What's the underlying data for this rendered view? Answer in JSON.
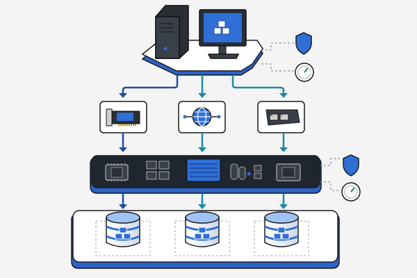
{
  "image": {
    "title": "",
    "description_labels": []
  },
  "diagram": {
    "top_node": {
      "items": [
        {
          "name": "server-tower-icon"
        },
        {
          "name": "monitor-with-cubes-icon"
        }
      ]
    },
    "connectors_top_to_middle": [
      {
        "from": "top-node",
        "to": "nic-card-icon"
      },
      {
        "from": "top-node",
        "to": "network-globe-icon"
      },
      {
        "from": "top-node",
        "to": "ethernet-card-icon"
      }
    ],
    "middle_row": [
      {
        "name": "nic-card-icon"
      },
      {
        "name": "network-globe-icon"
      },
      {
        "name": "ethernet-card-icon"
      }
    ],
    "hardware_bar": {
      "components": [
        {
          "name": "cpu-chip-icon"
        },
        {
          "name": "memory-grid-icon"
        },
        {
          "name": "blue-storage-block-icon"
        },
        {
          "name": "capacitors-icon"
        },
        {
          "name": "chip-icon"
        }
      ]
    },
    "storage_row": [
      {
        "name": "database-cylinder-icon"
      },
      {
        "name": "database-cylinder-icon"
      },
      {
        "name": "database-cylinder-icon"
      }
    ],
    "side_badges": [
      {
        "name": "shield-icon",
        "group": "top"
      },
      {
        "name": "gauge-icon",
        "group": "top"
      },
      {
        "name": "shield-icon",
        "group": "hardware"
      },
      {
        "name": "gauge-icon",
        "group": "hardware"
      }
    ],
    "colors": {
      "accent_blue": "#2f6fd6",
      "dark_blue": "#1d4ea7",
      "teal": "#1a8aa1",
      "panel_dark": "#1f2630",
      "platform_white": "#ffffff",
      "platform_edge": "#2c63c7",
      "background": "#f4f4f4"
    }
  }
}
